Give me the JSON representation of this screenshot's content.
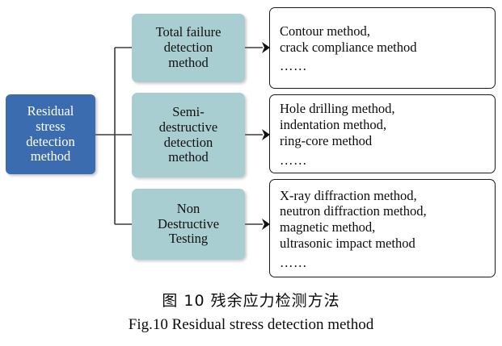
{
  "figure": {
    "root": {
      "label_lines": [
        "Residual",
        "stress",
        "detection",
        "method"
      ],
      "fill_color": "#3c6cb0",
      "text_color": "#ffffff"
    },
    "categories": [
      {
        "name": "total-failure-detection-method",
        "label_lines": [
          "Total failure",
          "detection",
          "method"
        ],
        "fill_color": "#a9ced1"
      },
      {
        "name": "semi-destructive-detection-method",
        "label_lines": [
          "Semi-",
          "destructive",
          "detection",
          "method"
        ],
        "fill_color": "#a9ced1"
      },
      {
        "name": "non-destructive-testing",
        "label_lines": [
          "Non",
          "Destructive",
          "Testing"
        ],
        "fill_color": "#a9ced1"
      }
    ],
    "details": [
      {
        "name": "total-failure-methods",
        "lines": [
          "Contour method,",
          "crack compliance method"
        ],
        "ellipsis": "……"
      },
      {
        "name": "semi-destructive-methods",
        "lines": [
          "Hole drilling method,",
          "indentation method,",
          "ring-core method"
        ],
        "ellipsis": "……"
      },
      {
        "name": "non-destructive-methods",
        "lines": [
          "X-ray diffraction method,",
          "neutron diffraction method,",
          "magnetic method,",
          "ultrasonic impact method"
        ],
        "ellipsis": "……"
      }
    ],
    "connector_color": "#3b3b3b"
  },
  "caption": {
    "chinese": "图 10  残余应力检测方法",
    "english": "Fig.10 Residual stress detection method"
  }
}
